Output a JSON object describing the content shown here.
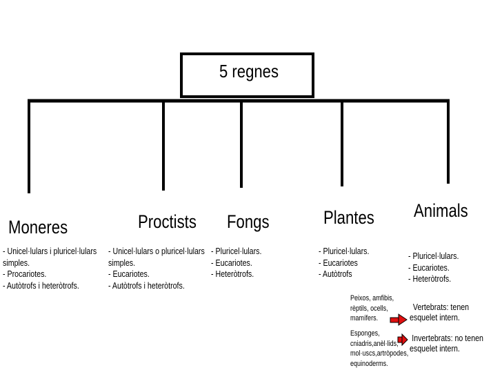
{
  "root": {
    "label": "5 regnes"
  },
  "kingdoms": [
    {
      "name": "Moneres",
      "lines": [
        "- Unicel·lulars i pluricel·lulars",
        "simples.",
        "- Procariotes.",
        "- Autòtrofs i heteròtrofs."
      ]
    },
    {
      "name": "Proctists",
      "lines": [
        "- Unicel·lulars o pluricel·lulars",
        "simples.",
        "- Eucariotes.",
        "- Autòtrofs i heteròtrofs."
      ]
    },
    {
      "name": "Fongs",
      "lines": [
        "- Pluricel·lulars.",
        "- Eucariotes.",
        "- Heteròtrofs."
      ]
    },
    {
      "name": "Plantes",
      "lines": [
        "- Pluricel·lulars.",
        "- Eucariotes",
        "- Autòtrofs"
      ]
    },
    {
      "name": "Animals",
      "lines": [
        "- Pluricel·lulars.",
        "- Eucariotes.",
        "- Heteròtrofs."
      ]
    }
  ],
  "animal_groups": {
    "vertebrates_examples": [
      "Peixos, amfibis,",
      "rèptils, ocells,",
      "mamífers."
    ],
    "invertebrates_examples": [
      "Esponges,",
      "cniadris,anèl·lids,",
      "mol·uscs,artròpodes,",
      "equinoderms."
    ],
    "vertebrates": [
      "Vertebrats: tenen",
      "esquelet intern."
    ],
    "invertebrates": [
      "Invertebrats: no tenen",
      "esquelet intern."
    ]
  },
  "colors": {
    "line": "#000000",
    "arrow": "#e01010",
    "background": "#ffffff"
  }
}
